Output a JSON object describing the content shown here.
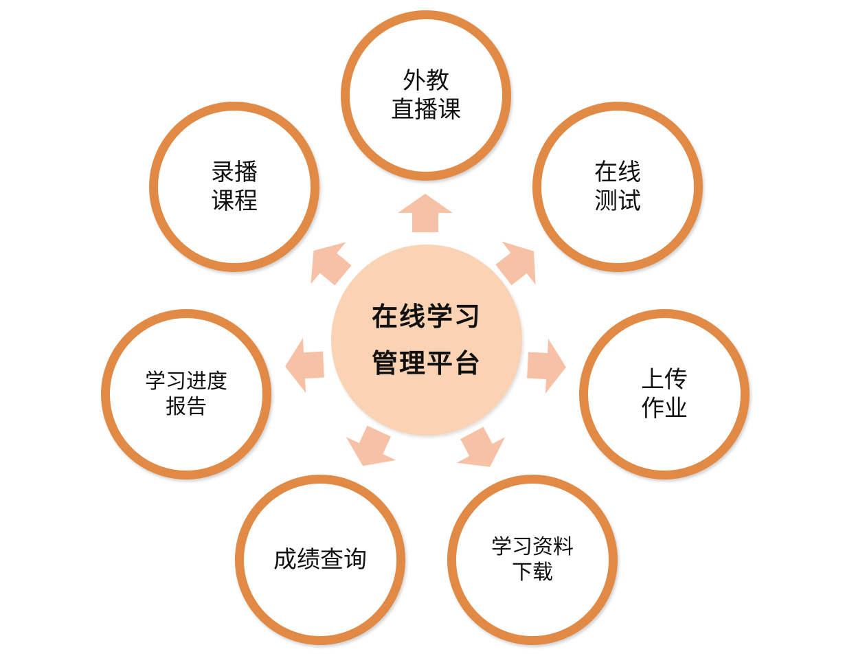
{
  "center": {
    "line1": "在线学习",
    "line2": "管理平台"
  },
  "nodes": {
    "live_class": {
      "line1": "外教",
      "line2": "直播课"
    },
    "online_test": {
      "line1": "在线",
      "line2": "测试"
    },
    "homework": {
      "line1": "上传",
      "line2": "作业"
    },
    "materials": {
      "line1": "学习资料",
      "line2": "下载"
    },
    "grades": {
      "line1": "成绩查询"
    },
    "progress_report": {
      "line1": "学习进度",
      "line2": "报告"
    },
    "recorded_course": {
      "line1": "录播",
      "line2": "课程"
    }
  },
  "colors": {
    "ring": "#e08a45",
    "center_fill": "#f9d3b4",
    "arrow_fill": "#f7c1a6"
  }
}
